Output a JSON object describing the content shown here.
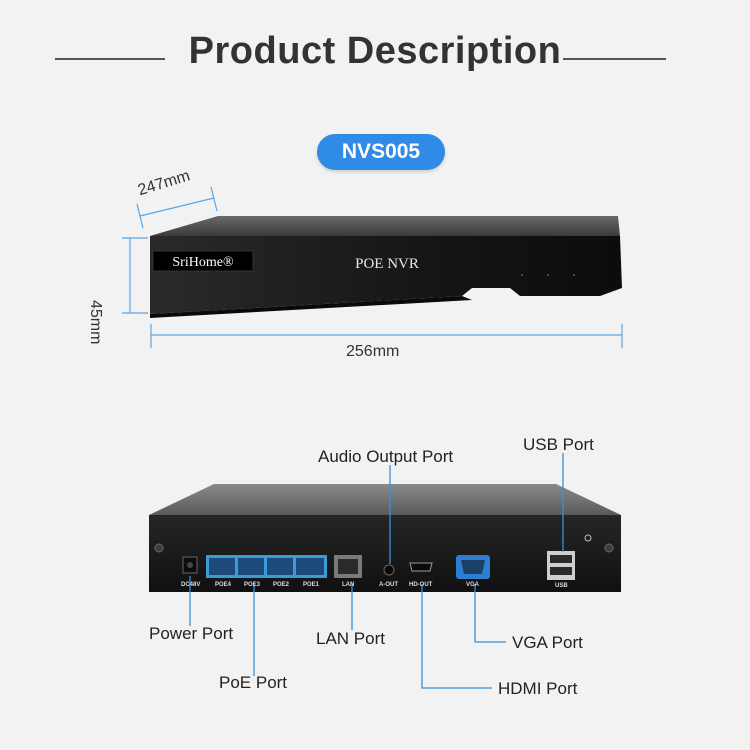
{
  "header": {
    "title": "Product Description"
  },
  "model": {
    "name": "NVS005"
  },
  "device_front": {
    "brand": "SriHome®",
    "label": "POE  NVR"
  },
  "dimensions": {
    "depth": "247mm",
    "height": "45mm",
    "width": "256mm"
  },
  "rear_panel_labels": {
    "dc": "DC48V",
    "poe4": "POE4",
    "poe3": "POE3",
    "poe2": "POE2",
    "poe1": "POE1",
    "lan": "LAN",
    "aout": "A-OUT",
    "hdout": "HD-OUT",
    "vga": "VGA",
    "usb": "USB"
  },
  "callouts": {
    "audio": "Audio Output Port",
    "usb": "USB Port",
    "power": "Power Port",
    "lan": "LAN Port",
    "vga": "VGA Port",
    "poe": "PoE Port",
    "hdmi": "HDMI Port"
  },
  "colors": {
    "accent": "#2f8be6",
    "port_blue": "#3a9bd8",
    "device_dark": "#1c1c1c",
    "background": "#f2f2f2"
  }
}
